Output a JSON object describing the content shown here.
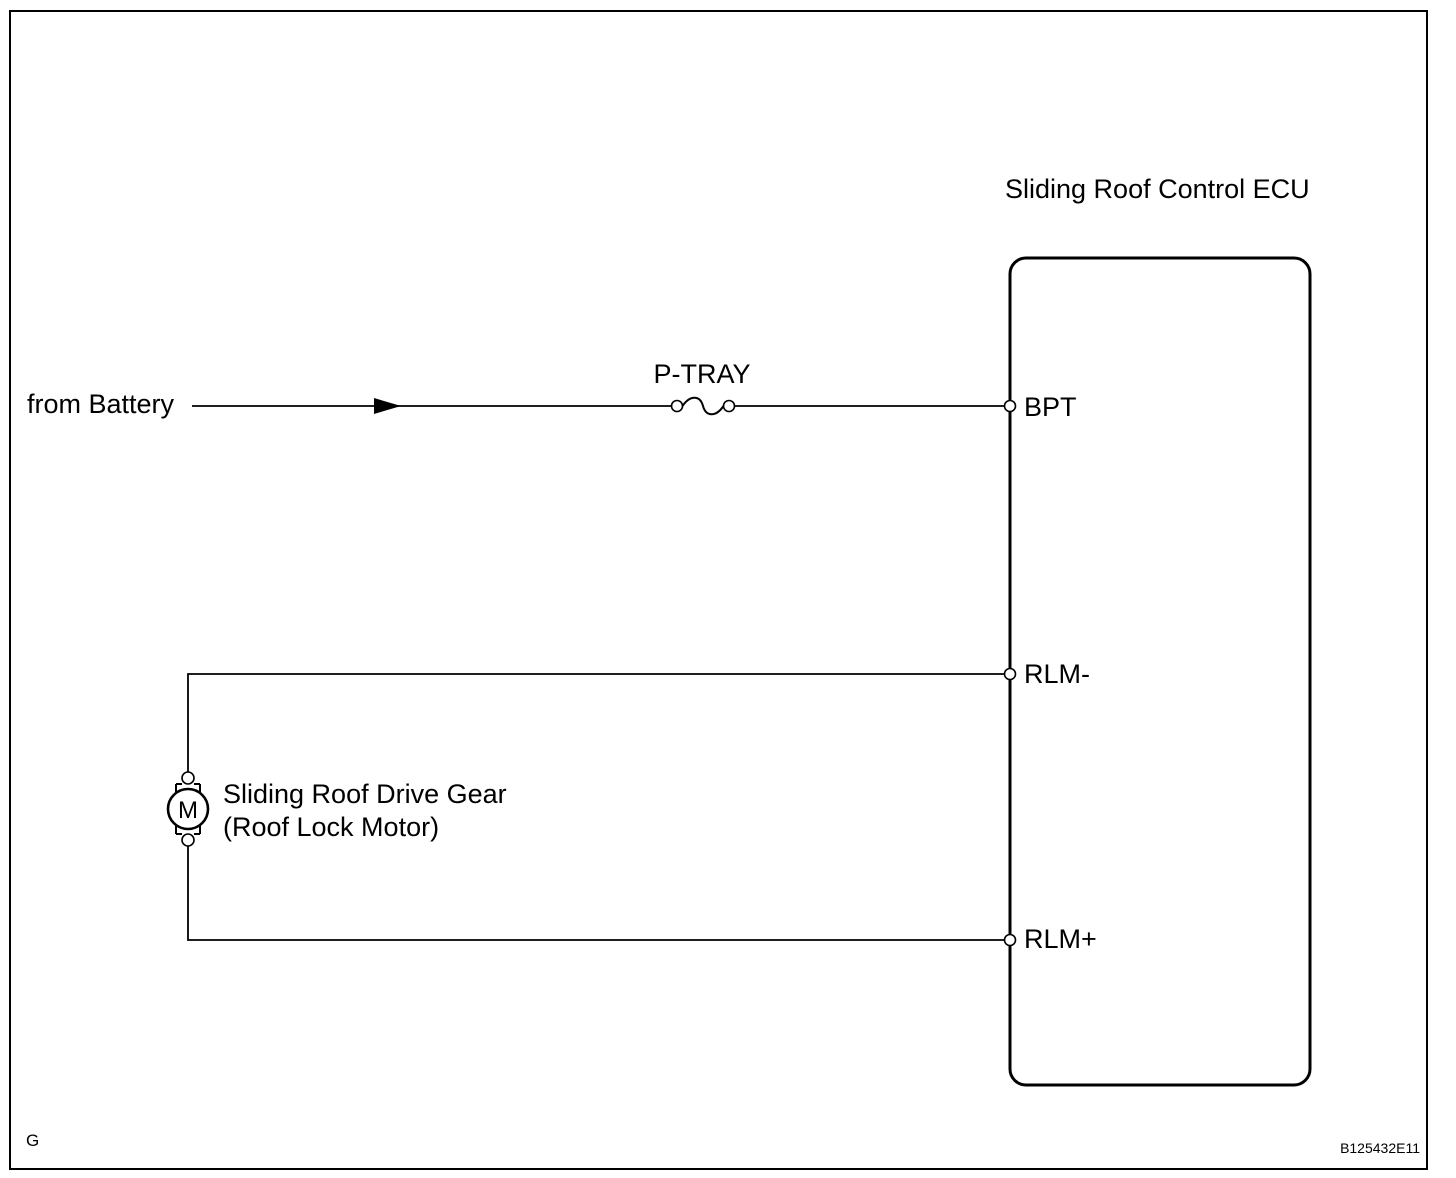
{
  "diagram": {
    "ecu_title": "Sliding Roof Control ECU",
    "source_label": "from Battery",
    "fuse_label": "P-TRAY",
    "terminals": {
      "bpt": "BPT",
      "rlm_minus": "RLM-",
      "rlm_plus": "RLM+"
    },
    "motor": {
      "symbol": "M",
      "name_line1": "Sliding Roof Drive Gear",
      "name_line2": "(Roof Lock Motor)"
    },
    "corner_code": "G",
    "figure_id": "B125432E11"
  }
}
